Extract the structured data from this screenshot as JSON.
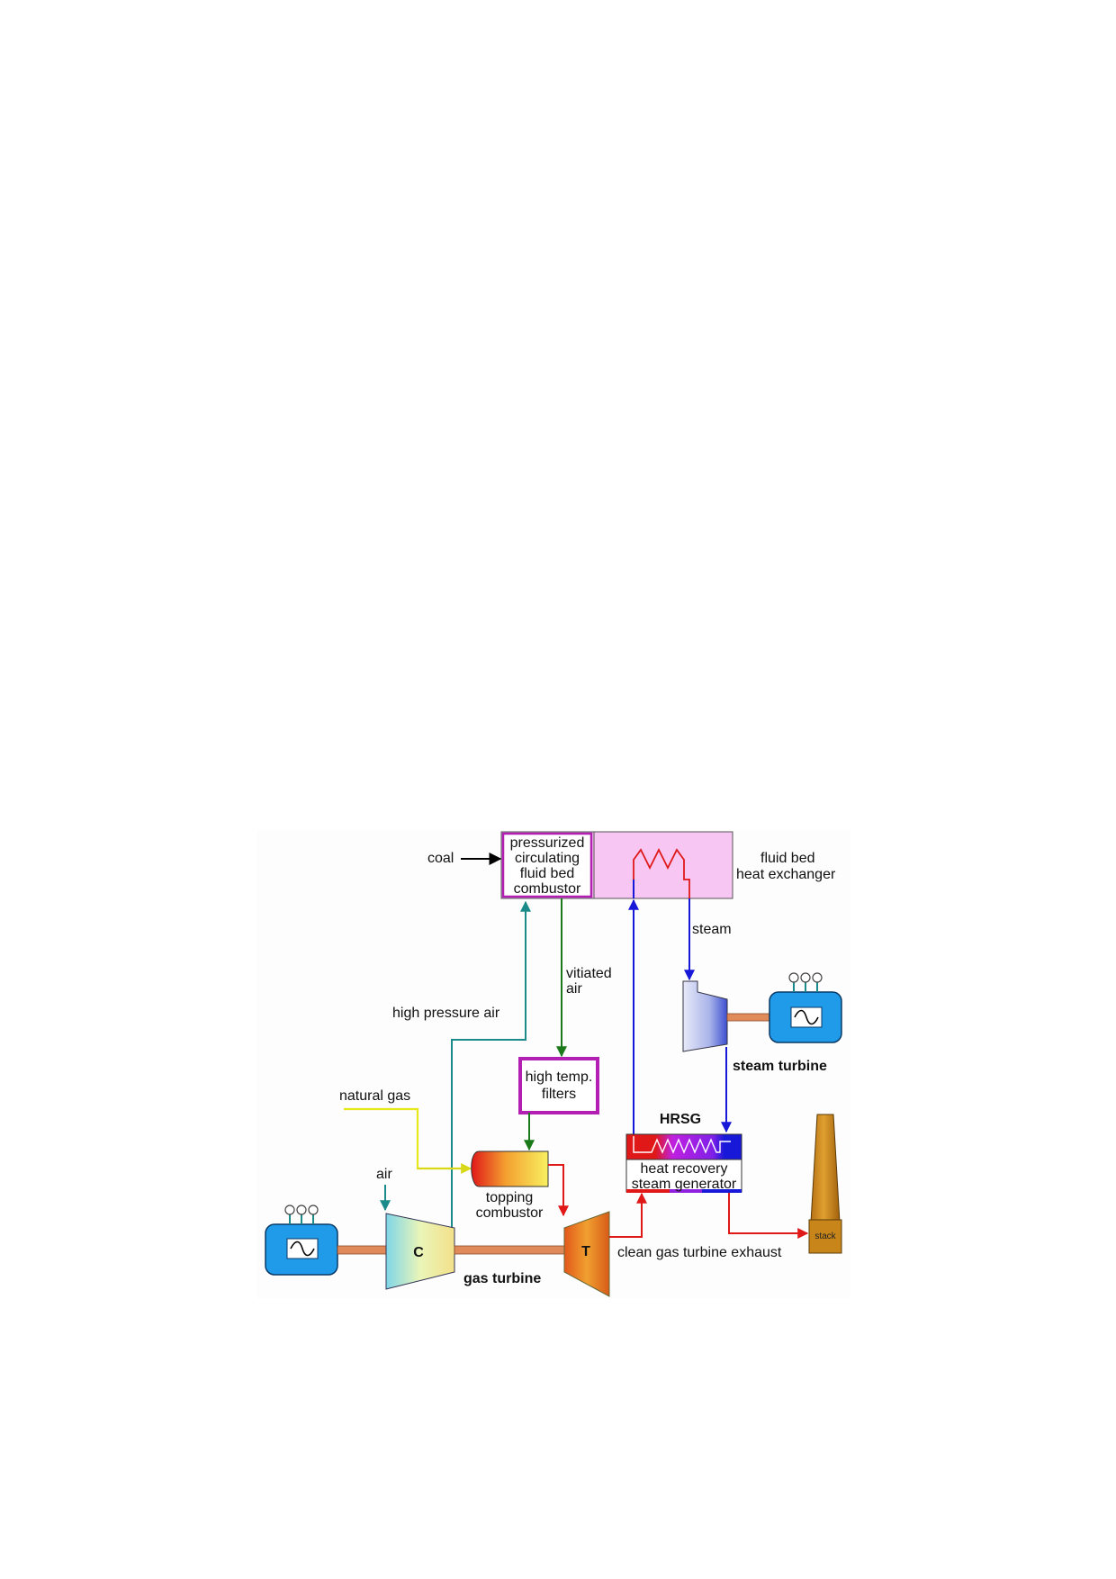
{
  "labels": {
    "coal": "coal",
    "pcfbc": [
      "pressurized",
      "circulating",
      "fluid bed",
      "combustor"
    ],
    "fbhx": [
      "fluid bed",
      "heat exchanger"
    ],
    "steam": "steam",
    "vitiated_air": [
      "vitiated",
      "air"
    ],
    "high_pressure_air": "high pressure air",
    "steam_turbine": "steam turbine",
    "high_temp_filters": [
      "high temp.",
      "filters"
    ],
    "natural_gas": "natural gas",
    "hrsg": "HRSG",
    "hrsg_box": [
      "heat recovery",
      "steam generator"
    ],
    "air": "air",
    "topping_combustor": [
      "topping",
      "combustor"
    ],
    "compressor_letter": "C",
    "turbine_letter": "T",
    "gas_turbine": "gas turbine",
    "clean_exhaust": "clean gas turbine exhaust",
    "stack": "stack"
  },
  "colors": {
    "pink_fill": "#f7c6f2",
    "magenta_border": "#b21fb2",
    "teal": "#1a8a8a",
    "green": "#1a7a1a",
    "red": "#e01818",
    "blue": "#1818d8",
    "yellow": "#e8e818",
    "shaft": "#e08a5a",
    "generator": "#1f9bea",
    "stack": "#c8861a"
  }
}
